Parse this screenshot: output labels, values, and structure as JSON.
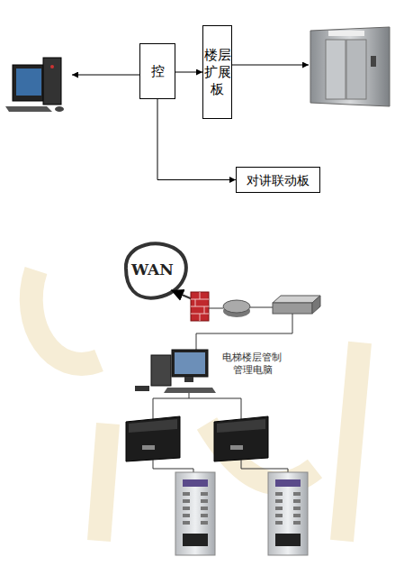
{
  "diagram": {
    "nodes": [
      {
        "text": [
          "控"
        ]
      },
      {
        "text": [
          "楼层扩展板"
        ]
      },
      {
        "text": [
          "对讲联动板"
        ]
      }
    ],
    "edges": [
      {
        "from": 0,
        "to": 1,
        "arrow": "to"
      },
      {
        "from": 0,
        "to": 2,
        "arrow": "to"
      }
    ],
    "labels": [
      "WAN",
      "电梯楼层管制",
      "管理电脑"
    ]
  }
}
